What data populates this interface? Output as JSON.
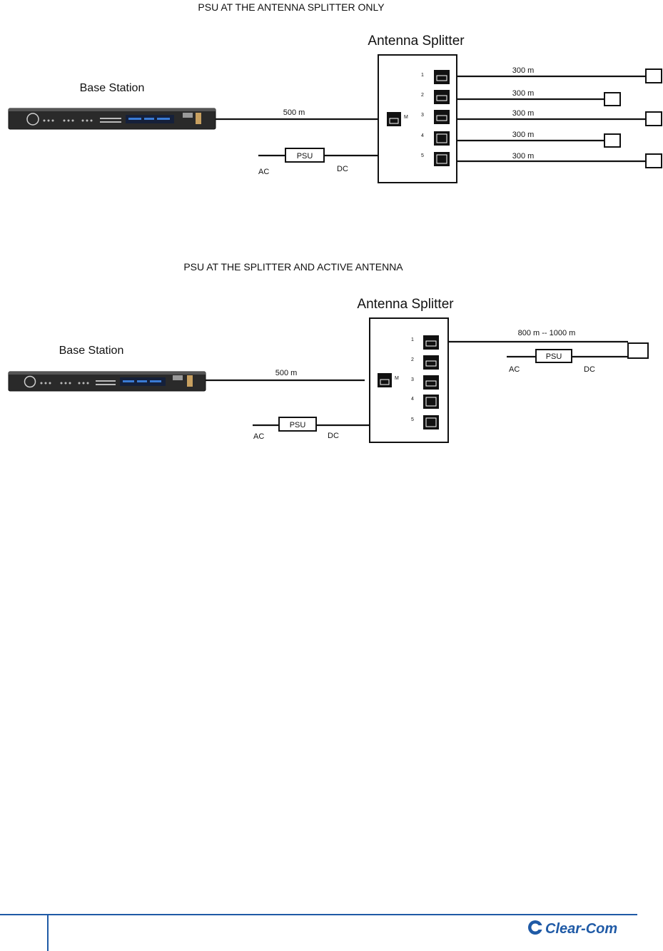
{
  "diagram1": {
    "title": "PSU AT THE ANTENNA SPLITTER ONLY",
    "splitter_label": "Antenna Splitter",
    "base_station_label": "Base Station",
    "base_link_label": "500 m",
    "psu_label": "PSU",
    "ac_label": "AC",
    "dc_label": "DC",
    "master_port_label": "M",
    "port_numbers": [
      "1",
      "2",
      "3",
      "4",
      "5"
    ],
    "branch_labels": [
      "300 m",
      "300 m",
      "300 m",
      "300 m",
      "300 m"
    ]
  },
  "diagram2": {
    "title": "PSU AT THE SPLITTER AND ACTIVE ANTENNA",
    "splitter_label": "Antenna Splitter",
    "base_station_label": "Base Station",
    "base_link_label": "500 m",
    "psu_label": "PSU",
    "ac_label": "AC",
    "dc_label": "DC",
    "master_port_label": "M",
    "port_numbers": [
      "1",
      "2",
      "3",
      "4",
      "5"
    ],
    "antenna_link_label": "800 m -- 1000 m",
    "antenna_psu_label": "PSU",
    "antenna_ac_label": "AC",
    "antenna_dc_label": "DC"
  },
  "footer": {
    "brand": "Clear-Com",
    "accent_color": "#1f5aa6"
  }
}
